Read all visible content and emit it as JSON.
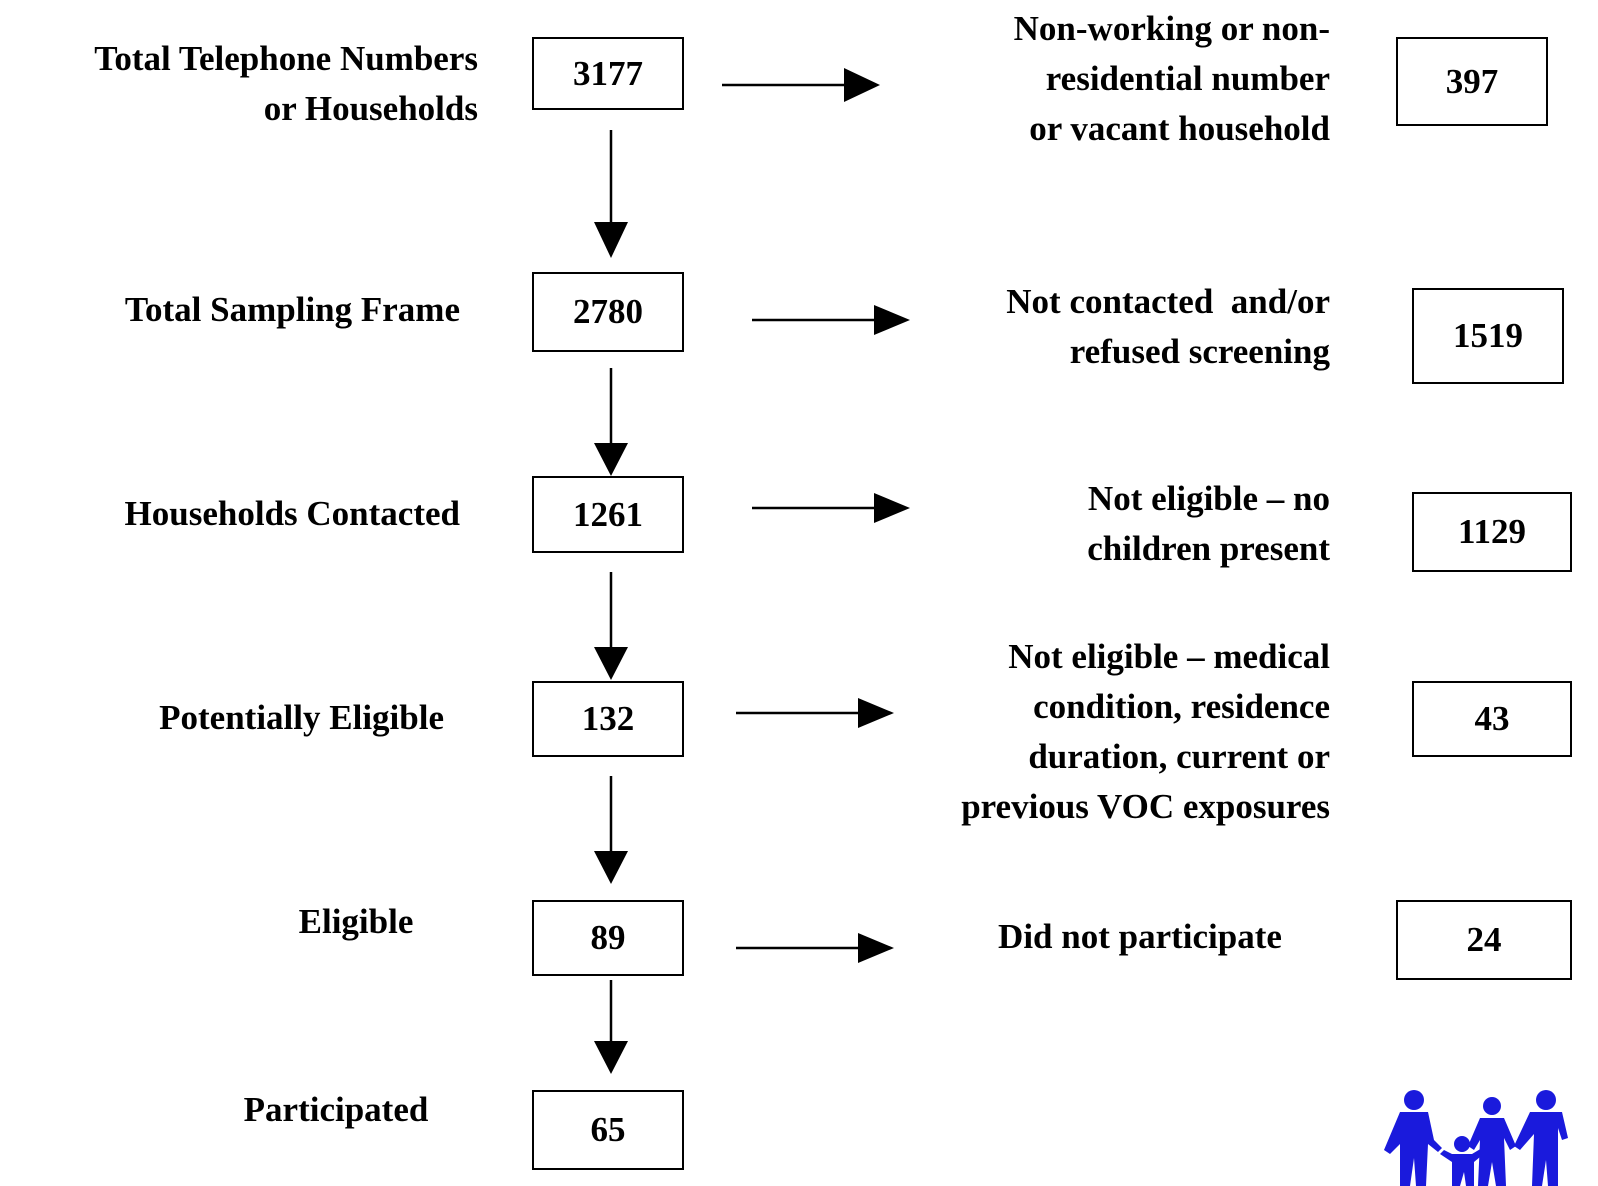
{
  "stages": [
    {
      "label": "Total Telephone Numbers\nor Households",
      "count": "3177"
    },
    {
      "label": "Total Sampling Frame",
      "count": "2780"
    },
    {
      "label": "Households Contacted",
      "count": "1261"
    },
    {
      "label": "Potentially Eligible",
      "count": "132"
    },
    {
      "label": "Eligible",
      "count": "89"
    },
    {
      "label": "Participated",
      "count": "65"
    }
  ],
  "exclusions": [
    {
      "label": "Non-working or non-\nresidential number\nor vacant household",
      "count": "397"
    },
    {
      "label": "Not contacted  and/or\nrefused screening",
      "count": "1519"
    },
    {
      "label": "Not eligible – no\nchildren present",
      "count": "1129"
    },
    {
      "label": "Not eligible – medical\ncondition, residence\nduration, current or\nprevious VOC exposures",
      "count": "43"
    },
    {
      "label": "Did not participate",
      "count": "24"
    }
  ],
  "colors": {
    "line": "#000000",
    "logo": "#1a1adc"
  },
  "logo_icon": "family-holding-hands-icon"
}
